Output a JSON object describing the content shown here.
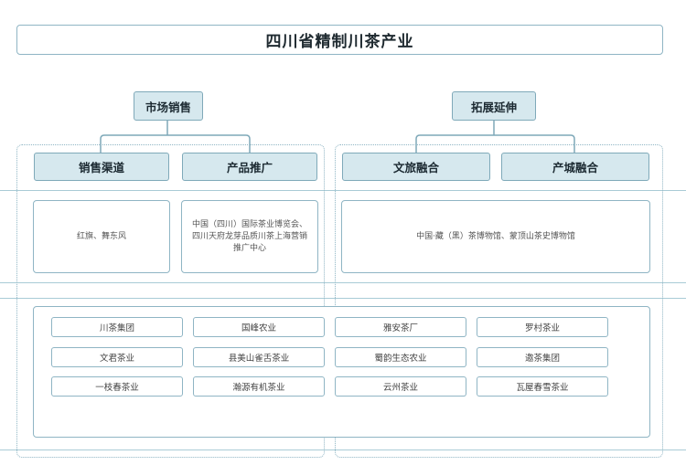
{
  "title": "四川省精制川茶产业",
  "categories": [
    {
      "label": "市场销售",
      "subs": [
        "销售渠道",
        "产品推广"
      ]
    },
    {
      "label": "拓展延伸",
      "subs": [
        "文旅融合",
        "产城融合"
      ]
    }
  ],
  "boxes": {
    "sales_channel": "红旗、舞东风",
    "promotion": "中国（四川）国际茶业博览会、四川天府龙芽品质川茶上海营销推广中心",
    "culture_tourism": "中国·藏（黑）茶博物馆、蒙顶山茶史博物馆"
  },
  "companies": [
    [
      "川茶集团",
      "国峰农业",
      "雅安茶厂",
      "罗村茶业"
    ],
    [
      "文君茶业",
      "县美山雀舌茶业",
      "蜀韵生态农业",
      "邀茶集团"
    ],
    [
      "一枝春茶业",
      "瀚源有机茶业",
      "云州茶业",
      "瓦屋春雪茶业"
    ]
  ],
  "colors": {
    "border": "#8fb5c4",
    "fill": "#d6e8ee",
    "dark": "#7fa9b9"
  }
}
